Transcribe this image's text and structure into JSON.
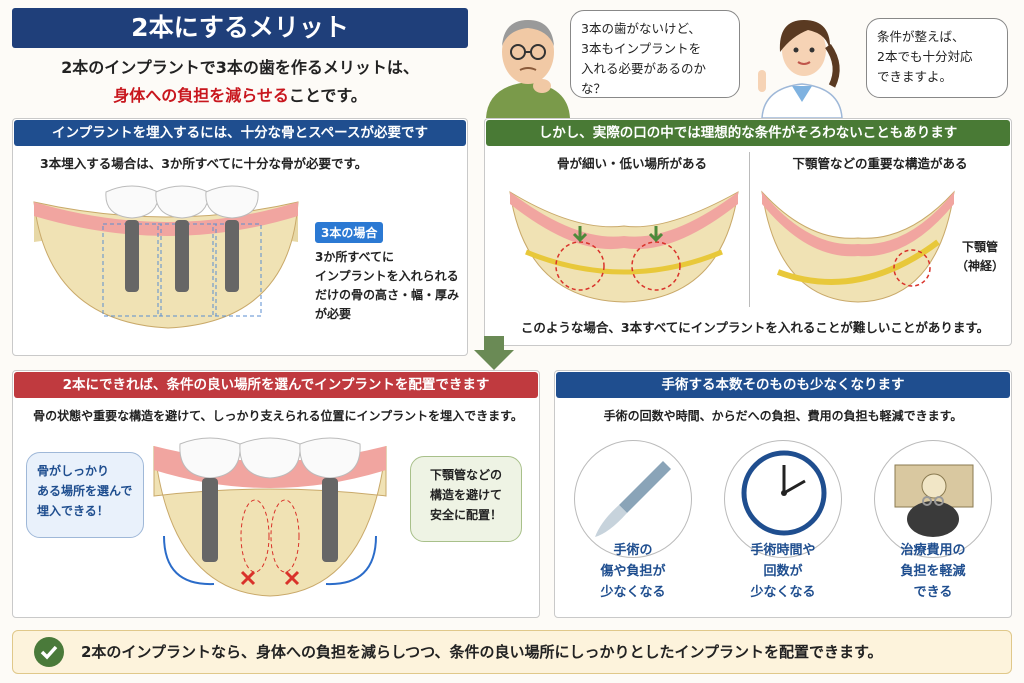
{
  "header": {
    "title": "2本にするメリット",
    "lead_line1": "2本のインプラントで3本の歯を作るメリットは、",
    "lead_highlight": "身体への負担を減らせる",
    "lead_rest": "ことです。"
  },
  "dialog": {
    "patient": [
      "3本の歯がないけど、",
      "3本もインプラントを",
      "入れる必要があるのかな？"
    ],
    "doctor": [
      "条件が整えば、",
      "2本でも十分対応",
      "できますよ。"
    ]
  },
  "panel_a": {
    "header": "インプラントを埋入するには、十分な骨とスペースが必要です",
    "text": "3本埋入する場合は、3か所すべてに十分な骨が必要です。",
    "tag": "3本の場合",
    "note": [
      "3か所すべてに",
      "インプラントを入れられる",
      "だけの骨の高さ・幅・厚み",
      "が必要"
    ]
  },
  "panel_b": {
    "header": "しかし、実際の口の中では理想的な条件がそろわないこともあります",
    "left_caption": "骨が細い・低い場所がある",
    "right_caption": "下顎管などの重要な構造がある",
    "nerve_label": [
      "下顎管",
      "（神経）"
    ],
    "bottom_text": "このような場合、3本すべてにインプラントを入れることが難しいことがあります。"
  },
  "panel_c": {
    "header": "2本にできれば、条件の良い場所を選んでインプラントを配置できます",
    "text": "骨の状態や重要な構造を避けて、しっかり支えられる位置にインプラントを埋入できます。",
    "left_bubble": [
      "骨がしっかり",
      "ある場所を選んで",
      "埋入できる！"
    ],
    "right_bubble": [
      "下顎管などの",
      "構造を避けて",
      "安全に配置！"
    ]
  },
  "panel_d": {
    "header": "手術する本数そのものも少なくなります",
    "text": "手術の回数や時間、からだへの負担、費用の負担も軽減できます。",
    "items": [
      {
        "icon": "scalpel-icon",
        "label": [
          "手術の",
          "傷や負担が",
          "少なくなる"
        ]
      },
      {
        "icon": "clock-icon",
        "label": [
          "手術時間や",
          "回数が",
          "少なくなる"
        ]
      },
      {
        "icon": "money-purse-icon",
        "label": [
          "治療費用の",
          "負担を軽減",
          "できる"
        ]
      }
    ]
  },
  "footer": {
    "text": "2本のインプラントなら、身体への負担を減らしつつ、条件の良い場所にしっかりとしたインプラントを配置できます。"
  },
  "colors": {
    "navy": "#1f3f7a",
    "green": "#497a35",
    "red": "#c03a3f",
    "accent_red": "#c8161d",
    "label_blue": "#1f4e8f"
  }
}
